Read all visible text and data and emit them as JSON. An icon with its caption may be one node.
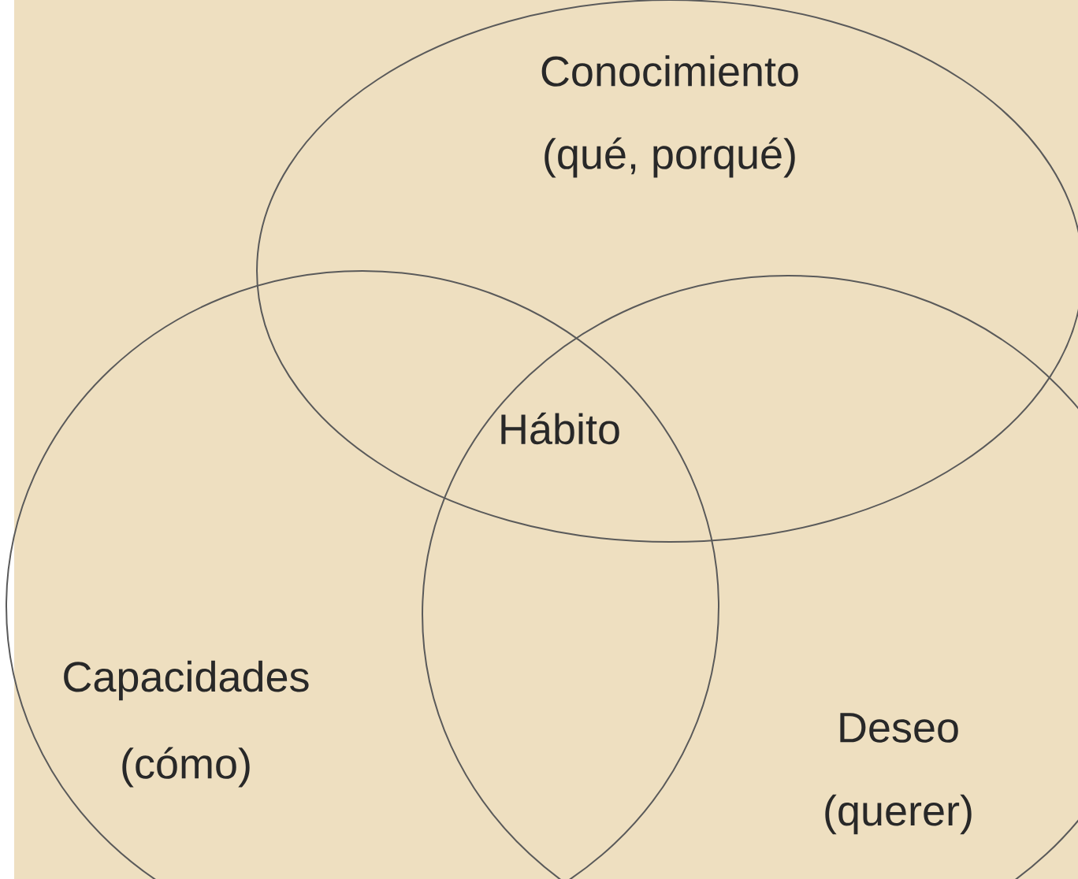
{
  "diagram": {
    "nodes": [
      {
        "text": [
          "Conocimiento",
          "(qué, porqué)"
        ]
      },
      {
        "text": [
          "Capacidades",
          "(cómo)"
        ]
      },
      {
        "text": [
          "Deseo",
          "(querer)"
        ]
      }
    ],
    "labels": [
      "Hábito"
    ]
  }
}
